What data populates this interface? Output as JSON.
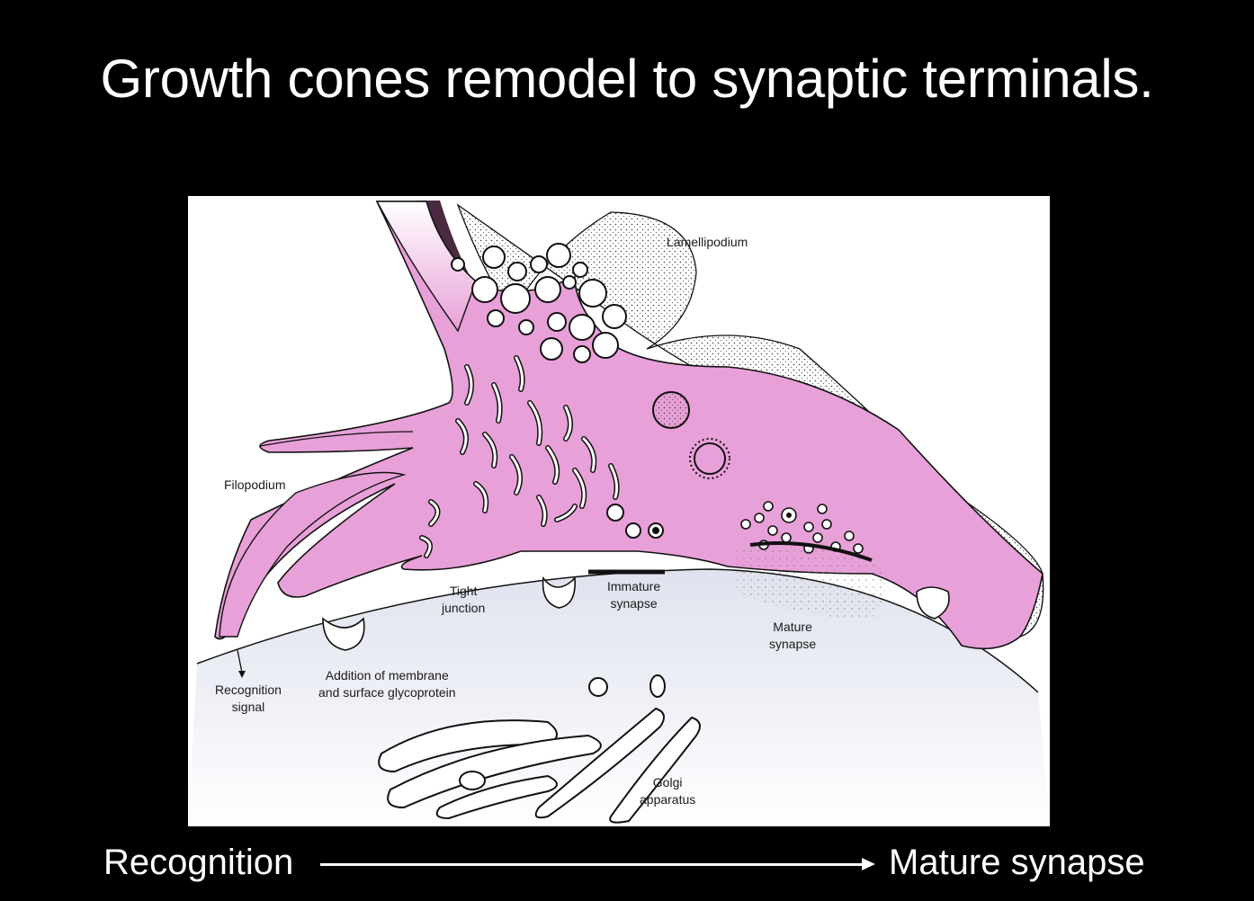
{
  "slide": {
    "title": "Growth cones remodel to synaptic terminals."
  },
  "diagram": {
    "labels": {
      "lamellipodium": "Lamellipodium",
      "filopodium": "Filopodium",
      "tight_junction": [
        "Tight",
        "junction"
      ],
      "immature_synapse": [
        "Immature",
        "synapse"
      ],
      "mature_synapse": [
        "Mature",
        "synapse"
      ],
      "recognition_signal": [
        "Recognition",
        "signal"
      ],
      "addition_membrane": [
        "Addition of membrane",
        "and surface glycoprotein"
      ],
      "golgi_apparatus": [
        "Golgi",
        "apparatus"
      ]
    },
    "colors": {
      "cytoplasm": "#e8a0d8",
      "shading": "#5a3048",
      "outline": "#111111",
      "target_cell": "#e8eaf2"
    }
  },
  "footer": {
    "start_label": "Recognition",
    "end_label": "Mature synapse"
  }
}
